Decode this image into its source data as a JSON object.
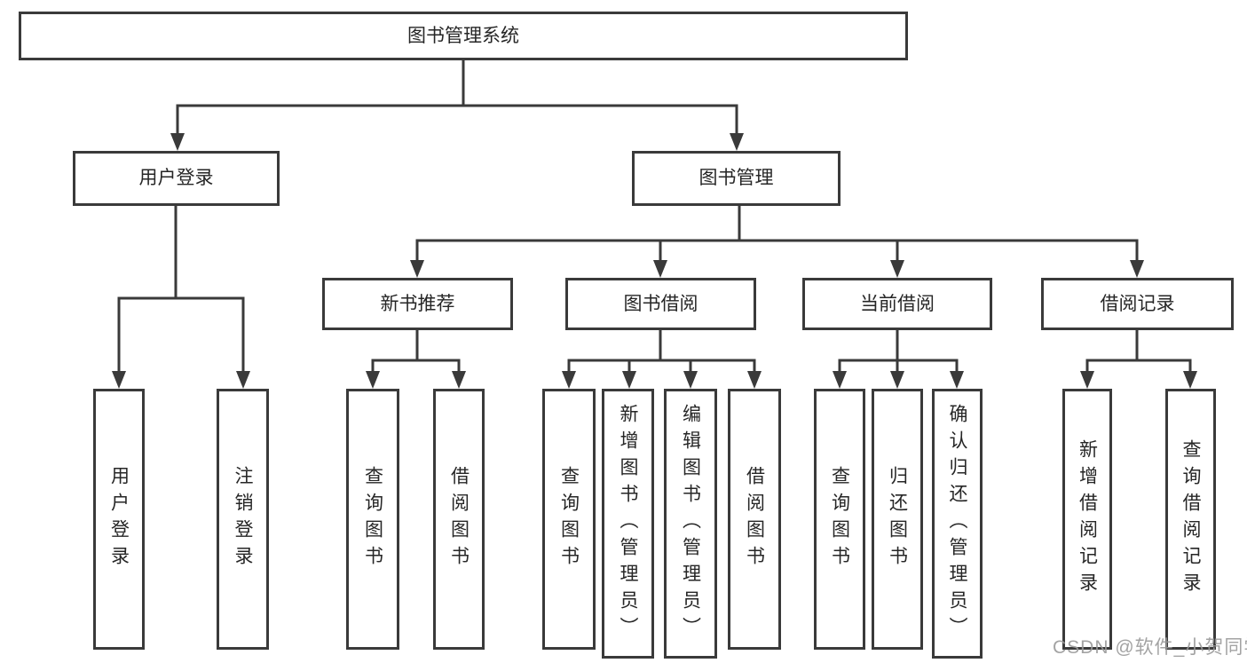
{
  "colors": {
    "line": "#3a3a3a",
    "box_border": "#3a3a3a",
    "text": "#262626",
    "watermark": "#9a9a9a",
    "background": "#ffffff"
  },
  "tree": {
    "root": "图书管理系统",
    "children": [
      {
        "label": "用户登录",
        "children": [
          "用户登录",
          "注销登录"
        ]
      },
      {
        "label": "图书管理",
        "children": [
          {
            "label": "新书推荐",
            "children": [
              "查询图书",
              "借阅图书"
            ]
          },
          {
            "label": "图书借阅",
            "children": [
              "查询图书",
              "新增图书（管理员）",
              "编辑图书（管理员）",
              "借阅图书"
            ]
          },
          {
            "label": "当前借阅",
            "children": [
              "查询图书",
              "归还图书",
              "确认归还（管理员）"
            ]
          },
          {
            "label": "借阅记录",
            "children": [
              "新增借阅记录",
              "查询借阅记录"
            ]
          }
        ]
      }
    ]
  },
  "watermark": {
    "text": "CSDN @软件_小贺同学"
  }
}
